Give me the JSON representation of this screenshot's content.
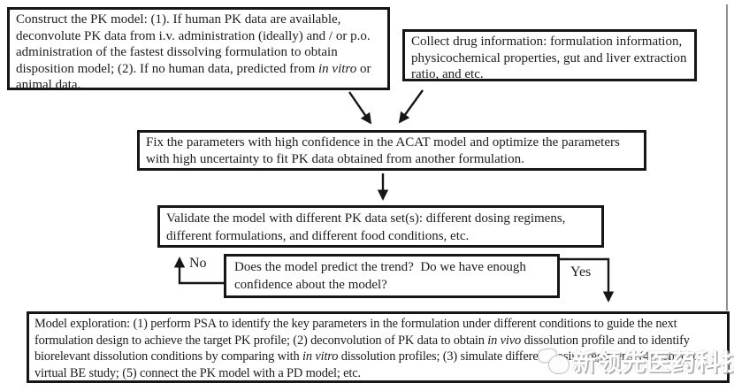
{
  "figure": {
    "type": "flowchart",
    "topic": "PK model construction and validation workflow"
  },
  "colors": {
    "ink": "#1c1c1c",
    "box_border": "#161616",
    "background": "#ffffff",
    "page_edge_line": "#8f8f8f",
    "watermark_fill": "#ffffff",
    "watermark_shadow": "#ababab"
  },
  "boxes": {
    "construct": {
      "segments": [
        {
          "t": "Construct the PK model: (1). If human PK data are available, deconvolute PK data from i.v. administration (ideally) and / or p.o. administration of the fastest dissolving formulation to obtain disposition model; (2). If no human data, predicted from "
        },
        {
          "t": "in vitro",
          "italic": true
        },
        {
          "t": " or animal data."
        }
      ]
    },
    "collect": {
      "text": "Collect drug information: formulation information, physicochemical properties, gut and liver extraction ratio, and etc."
    },
    "fix": {
      "text": "Fix the parameters with high confidence in the ACAT model and optimize the parameters with high uncertainty to fit PK data obtained from another formulation."
    },
    "validate": {
      "text": "Validate the model with different PK data set(s): different dosing regimens, different formulations, and different food conditions, etc."
    },
    "decision": {
      "text": "Does the model predict the trend?  Do we have enough confidence about the model?"
    },
    "explore": {
      "segments": [
        {
          "t": "Model exploration: (1) perform PSA to identify the key parameters in the formulation under different conditions to guide the next formulation design to achieve the target PK profile; (2) deconvolution of PK data to obtain "
        },
        {
          "t": "in vivo",
          "italic": true
        },
        {
          "t": " dissolution profile and to identify biorelevant dissolution conditions by comparing with "
        },
        {
          "t": "in vitro",
          "italic": true
        },
        {
          "t": " dissolution profiles; (3) simulate different dosing regimens; (4) conduct virtual BE study; (5) connect the PK model with a PD model; etc."
        }
      ]
    }
  },
  "labels": {
    "no": "No",
    "yes": "Yes"
  },
  "watermark": {
    "icon": "chick-mascot-with-speech-bubble",
    "text": "新领先医药科技"
  }
}
